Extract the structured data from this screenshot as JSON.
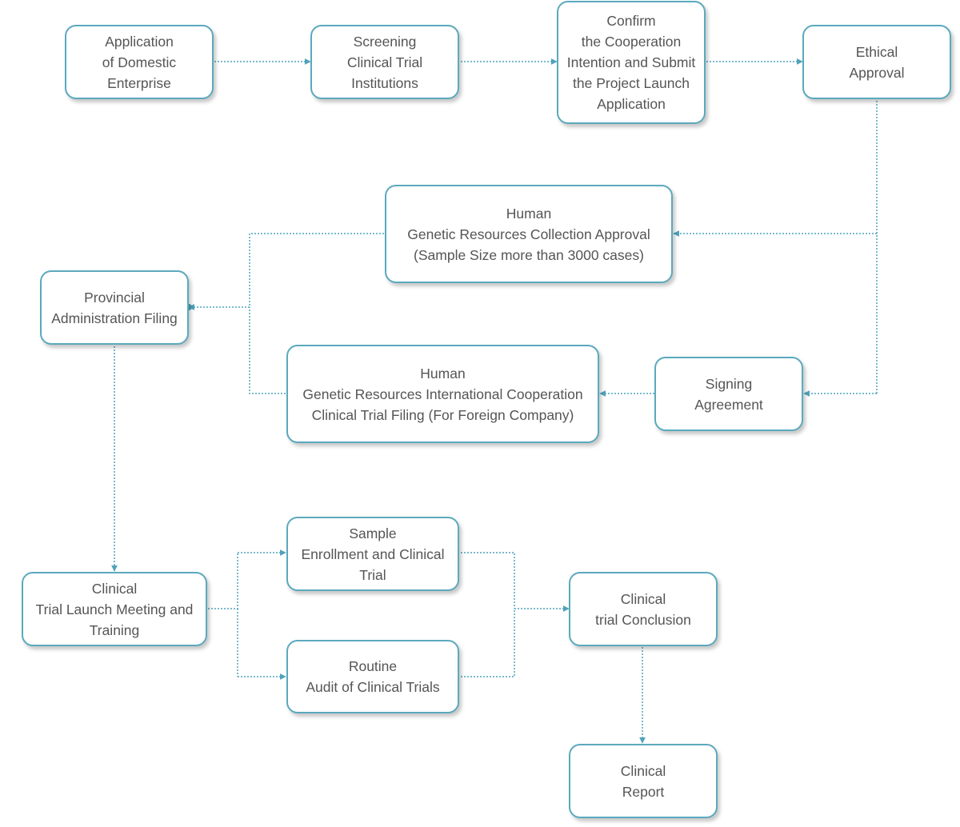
{
  "diagram": {
    "title": "",
    "colors": {
      "border": "#5BA9BD",
      "connector": "#4FA3BA",
      "text": "#555555"
    },
    "nodes": {
      "application": {
        "lines": [
          "Application",
          "of Domestic",
          "Enterprise"
        ]
      },
      "screening": {
        "lines": [
          "Screening",
          "Clinical Trial",
          "Institutions"
        ]
      },
      "confirm": {
        "lines": [
          "Confirm",
          "the Cooperation",
          "Intention and Submit",
          "the Project Launch",
          "Application"
        ]
      },
      "ethical": {
        "lines": [
          "Ethical",
          "Approval"
        ]
      },
      "hgr_collection": {
        "lines": [
          "Human",
          "Genetic Resources Collection Approval",
          "(Sample Size more than 3000 cases)"
        ]
      },
      "provincial": {
        "lines": [
          "Provincial",
          "Administration Filing"
        ]
      },
      "hgr_international": {
        "lines": [
          "Human",
          "Genetic Resources International Cooperation",
          "Clinical Trial Filing (For Foreign Company)"
        ]
      },
      "signing": {
        "lines": [
          "Signing",
          "Agreement"
        ]
      },
      "launch": {
        "lines": [
          "Clinical",
          "Trial Launch Meeting and",
          "Training"
        ]
      },
      "enrollment": {
        "lines": [
          "Sample",
          "Enrollment and Clinical",
          "Trial"
        ]
      },
      "audit": {
        "lines": [
          "Routine",
          "Audit of Clinical Trials"
        ]
      },
      "conclusion": {
        "lines": [
          "Clinical",
          "trial Conclusion"
        ]
      },
      "report": {
        "lines": [
          "Clinical",
          "Report"
        ]
      }
    }
  }
}
